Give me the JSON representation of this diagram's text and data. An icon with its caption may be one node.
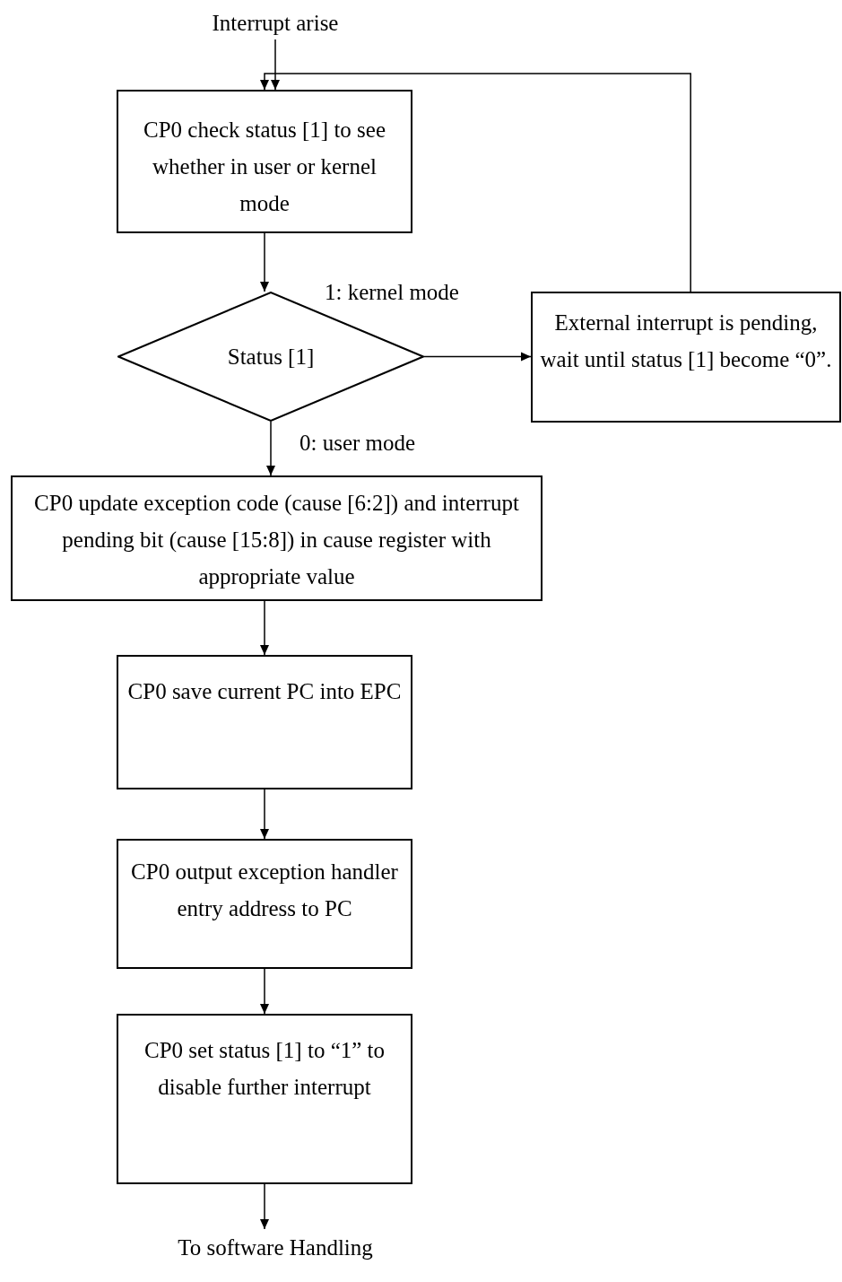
{
  "diagram": {
    "nodes": [
      {
        "text": [
          "Interrupt arise"
        ]
      },
      {
        "text": [
          "CP0 check status [1] to see whether in user or kernel mode"
        ]
      },
      {
        "text": [
          "Status [1]"
        ]
      },
      {
        "text": [
          "External interrupt is pending, wait until status [1] become “0”."
        ]
      },
      {
        "text": [
          "CP0 update exception code (cause [6:2]) and interrupt pending bit (cause [15:8]) in cause register with appropriate value"
        ]
      },
      {
        "text": [
          "CP0 save current PC into EPC"
        ]
      },
      {
        "text": [
          "CP0 output exception handler entry address to PC"
        ]
      },
      {
        "text": [
          "CP0 set status [1] to “1” to disable further interrupt"
        ]
      },
      {
        "text": [
          "To software Handling"
        ]
      }
    ],
    "edges": [
      {
        "from": 0,
        "to": 1,
        "arrow": "to"
      },
      {
        "from": 1,
        "to": 2,
        "arrow": "to"
      },
      {
        "from": 2,
        "to": 3,
        "arrow": "to",
        "label": "1: kernel mode"
      },
      {
        "from": 3,
        "to": 1,
        "arrow": "to"
      },
      {
        "from": 2,
        "to": 4,
        "arrow": "to",
        "label": "0: user mode"
      },
      {
        "from": 4,
        "to": 5,
        "arrow": "to"
      },
      {
        "from": 5,
        "to": 6,
        "arrow": "to"
      },
      {
        "from": 6,
        "to": 7,
        "arrow": "to"
      },
      {
        "from": 7,
        "to": 8,
        "arrow": "to"
      }
    ]
  }
}
